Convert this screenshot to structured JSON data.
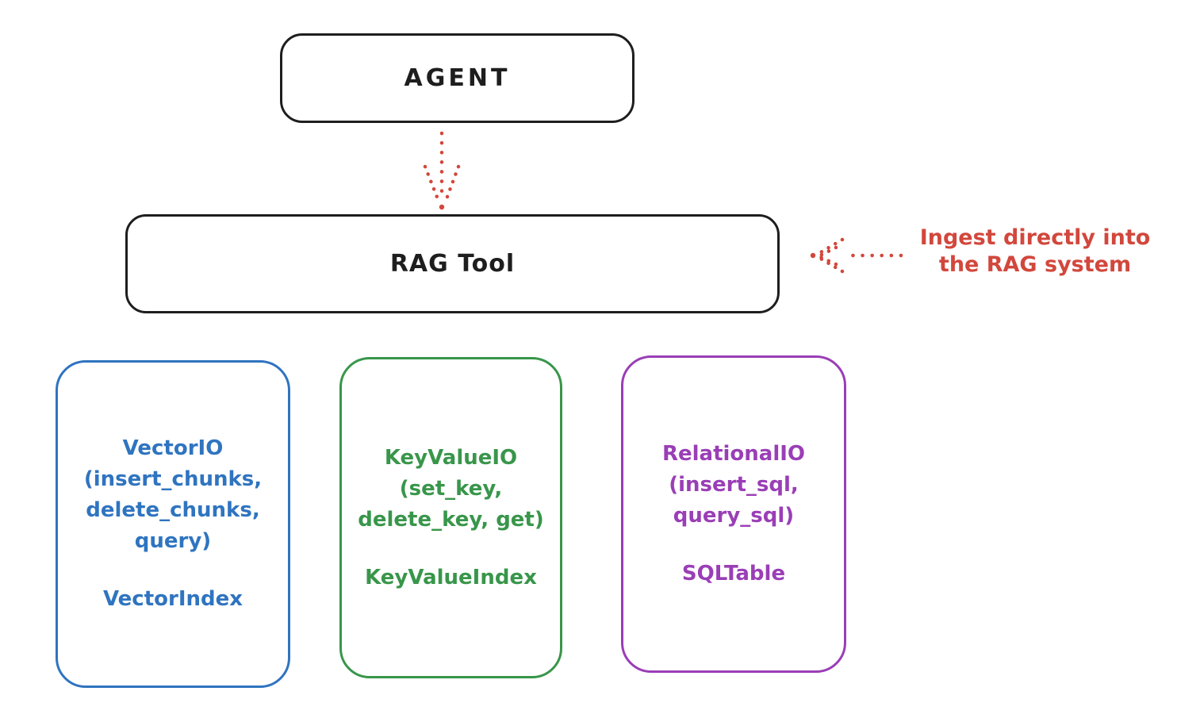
{
  "diagram": {
    "nodes": {
      "agent": {
        "label": "AGENT",
        "stroke_color": "#1e1e1e"
      },
      "rag_tool": {
        "label": "RAG Tool",
        "stroke_color": "#1e1e1e"
      }
    },
    "arrows": {
      "agent_to_rag_tool": {
        "style": "dotted",
        "direction": "down",
        "color": "#d2473c"
      },
      "ingest_to_rag_tool": {
        "style": "dotted",
        "direction": "left",
        "color": "#d2473c"
      }
    },
    "annotation": {
      "line1": "Ingest directly into",
      "line2": "the RAG system",
      "color": "#d2473c"
    },
    "storage_boxes": [
      {
        "name": "vector-io",
        "api_text": "VectorIO\n(insert_chunks,\ndelete_chunks,\nquery)",
        "index_text": "VectorIndex",
        "accent_color": "#2f74c0"
      },
      {
        "name": "keyvalue-io",
        "api_text": "KeyValueIO\n(set_key,\ndelete_key, get)",
        "index_text": "KeyValueIndex",
        "accent_color": "#38964a"
      },
      {
        "name": "relational-io",
        "api_text": "RelationalIO\n(insert_sql,\nquery_sql)",
        "index_text": "SQLTable",
        "accent_color": "#9a3eb6"
      }
    ]
  }
}
